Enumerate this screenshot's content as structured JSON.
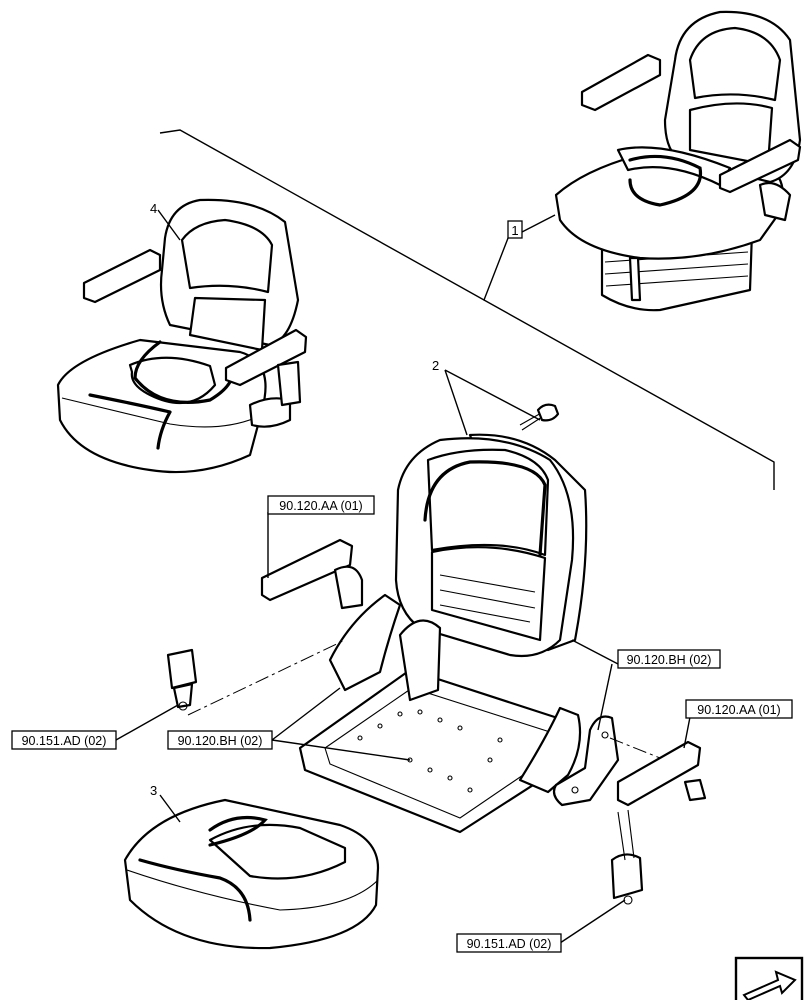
{
  "callouts": {
    "item_1": "1",
    "item_2": "2",
    "item_3": "3",
    "item_4": "4"
  },
  "references": {
    "armrest_left": "90.120.AA (01)",
    "armrest_right": "90.120.AA (01)",
    "bracket_right": "90.120.BH (02)",
    "bracket_left": "90.120.BH (02)",
    "seatbelt_buckle": "90.151.AD (02)",
    "seatbelt_strap": "90.151.AD (02)"
  },
  "icons": {
    "nav": "arrow-box-icon"
  }
}
